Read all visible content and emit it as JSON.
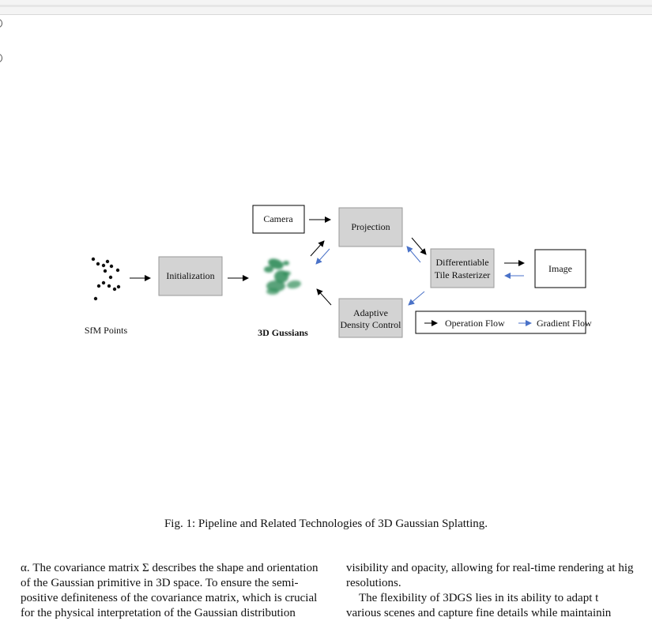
{
  "figure": {
    "nodes": {
      "sfm_label": "SfM Points",
      "initialization": "Initialization",
      "gaussians_label": "3D Gussians",
      "camera": "Camera",
      "projection": "Projection",
      "rasterizer_line1": "Differentiable",
      "rasterizer_line2": "Tile Rasterizer",
      "image": "Image",
      "adaptive_line1": "Adaptive",
      "adaptive_line2": "Density Control"
    },
    "legend": {
      "operation": "Operation Flow",
      "gradient": "Gradient Flow"
    },
    "colors": {
      "box_fill": "#d3d3d3",
      "box_stroke": "#9a9a9a",
      "gradient_arrow": "#4a72c8",
      "gaussian_green": "#2e8b57"
    },
    "caption": "Fig. 1: Pipeline and Related Technologies of 3D Gaussian Splatting."
  },
  "body": {
    "left": [
      "α. The covariance matrix Σ describes the shape and orientation",
      "of the Gaussian primitive in 3D space. To ensure the semi-",
      "positive definiteness of the covariance matrix, which is crucial",
      "for the physical interpretation of the Gaussian distribution"
    ],
    "right": [
      "visibility and opacity, allowing for real-time rendering at hig",
      "resolutions.",
      "The flexibility of 3DGS lies in its ability to adapt t",
      "various scenes and capture fine details while maintainin"
    ]
  }
}
